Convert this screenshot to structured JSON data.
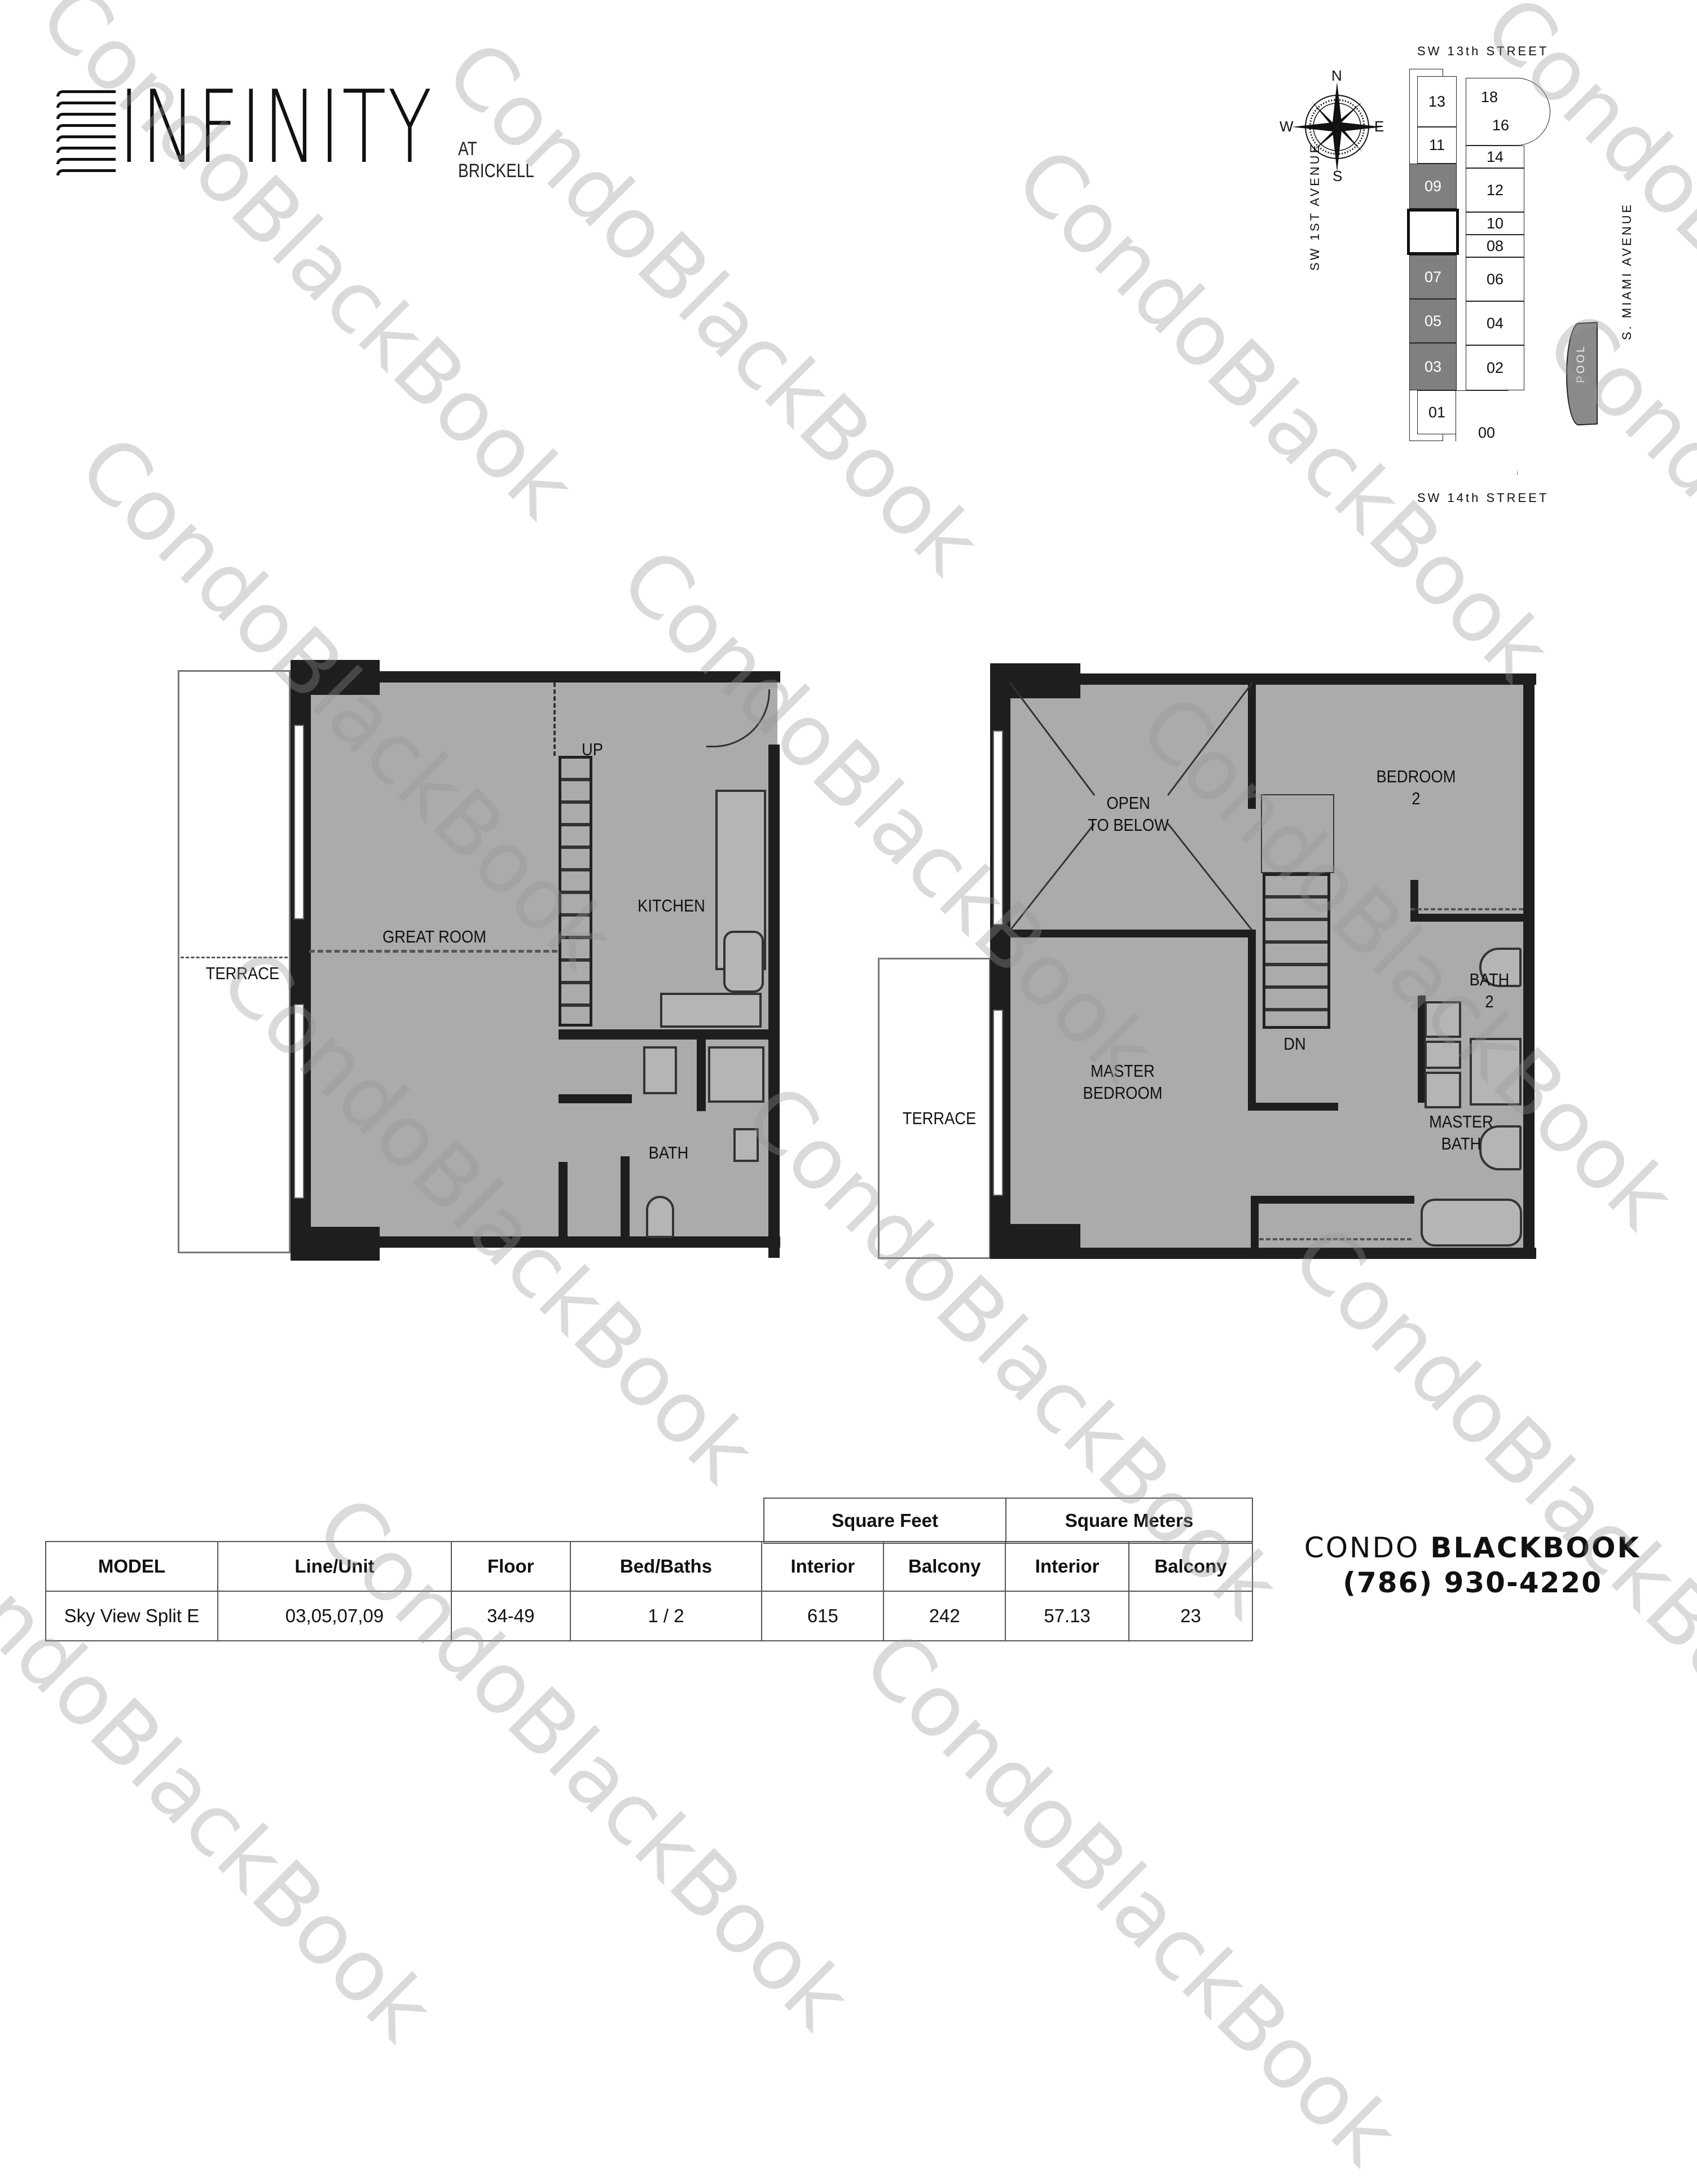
{
  "logo": {
    "title": "INFINITY",
    "subtitle": "AT BRICKELL"
  },
  "keyplan": {
    "streets": {
      "north": "SW 13th STREET",
      "south": "SW 14th STREET",
      "west": "SW 1ST AVENUE",
      "east": "S. MIAMI AVENUE"
    },
    "compass": {
      "n": "N",
      "s": "S",
      "e": "E",
      "w": "W"
    },
    "pool_label": "POOL",
    "units_west": [
      "13",
      "11",
      "09",
      "07",
      "05",
      "03",
      "01"
    ],
    "units_east": [
      "18",
      "16",
      "14",
      "12",
      "10",
      "08",
      "06",
      "04",
      "02",
      "00"
    ],
    "highlighted_units": [
      "09",
      "07",
      "05",
      "03"
    ],
    "highlight_color": "#808080"
  },
  "lower_level": {
    "rooms": {
      "great_room": "GREAT ROOM",
      "kitchen": "KITCHEN",
      "bath": "BATH",
      "terrace": "TERRACE",
      "stair_up": "UP"
    }
  },
  "upper_level": {
    "rooms": {
      "open_to_below_1": "OPEN",
      "open_to_below_2": "TO BELOW",
      "bedroom2_1": "BEDROOM",
      "bedroom2_2": "2",
      "bath2_1": "BATH",
      "bath2_2": "2",
      "master_bedroom_1": "MASTER",
      "master_bedroom_2": "BEDROOM",
      "master_bath_1": "MASTER",
      "master_bath_2": "BATH",
      "terrace": "TERRACE",
      "stair_down": "DN"
    }
  },
  "spec_table": {
    "group_headers": [
      "Square Feet",
      "Square Meters"
    ],
    "columns": [
      "MODEL",
      "Line/Unit",
      "Floor",
      "Bed/Baths",
      "Interior",
      "Balcony",
      "Interior",
      "Balcony"
    ],
    "rows": [
      [
        "Sky View Split E",
        "03,05,07,09",
        "34-49",
        "1 / 2",
        "615",
        "242",
        "57.13",
        "23"
      ]
    ]
  },
  "brand": {
    "name_light": "CONDO",
    "name_bold": "BLACKBOOK",
    "phone": "(786) 930-4220"
  },
  "watermark": "CondoBlackBook",
  "colors": {
    "floor_fill": "#ababab",
    "wall": "#1e1e1e",
    "watermark": "#c8c8c8"
  }
}
